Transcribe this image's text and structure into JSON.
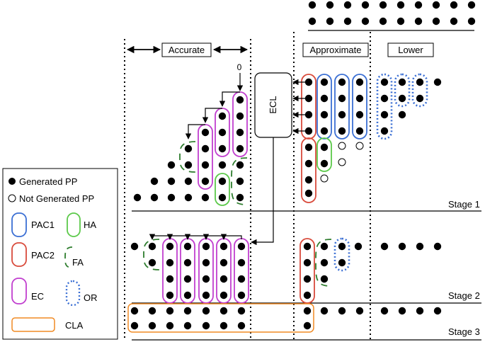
{
  "header_boxes": {
    "accurate": "Accurate",
    "approximate": "Approximate",
    "lower": "Lower"
  },
  "ecl_label": "ECL",
  "zero_label": "0",
  "stages": {
    "stage1": "Stage 1",
    "stage2": "Stage 2",
    "stage3": "Stage 3"
  },
  "legend": {
    "generated_pp": "Generated PP",
    "not_generated_pp": "Not Generated PP",
    "pac1": "PAC1",
    "ha": "HA",
    "pac2": "PAC2",
    "fa": "FA",
    "ec": "EC",
    "or": "OR",
    "cla": "CLA"
  },
  "colors": {
    "pac1": "#3b6fd4",
    "pac2": "#d94b3c",
    "ha": "#5cc94a",
    "fa": "#2e7d2e",
    "ec": "#c13fcf",
    "or": "#3b6fd4",
    "cla": "#f08a24",
    "dot": "#000000"
  }
}
